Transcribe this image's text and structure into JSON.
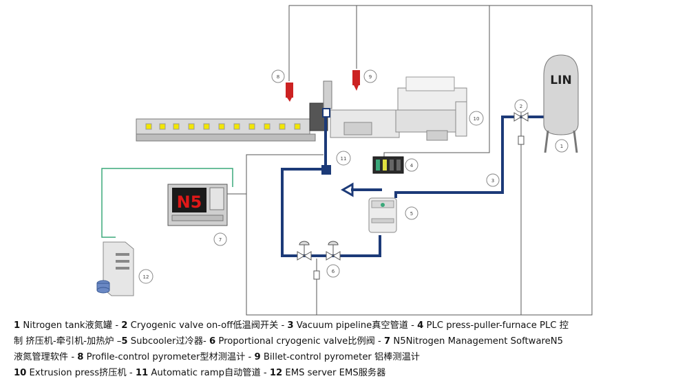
{
  "diagram": {
    "tank_label": "LIN",
    "n5_display": "N5",
    "callouts": [
      "1",
      "2",
      "3",
      "4",
      "5",
      "6",
      "7",
      "8",
      "9",
      "10",
      "11",
      "12"
    ]
  },
  "caption": {
    "lines": [
      [
        {
          "num": "1",
          "text": " Nitrogen tank液氮罐 - "
        },
        {
          "num": "2",
          "text": " Cryogenic valve on-off低温阀开关 - "
        },
        {
          "num": "3",
          "text": " Vacuum pipeline真空管道 - "
        },
        {
          "num": "4",
          "text": " PLC press-puller-furnace PLC 控"
        }
      ],
      [
        {
          "num": "",
          "text": "制 挤压机-牵引机-加热炉 –"
        },
        {
          "num": "5",
          "text": " Subcooler过冷器- "
        },
        {
          "num": "6",
          "text": " Proportional cryogenic valve比例阀 - "
        },
        {
          "num": "7",
          "text": " N5Nitrogen Management SoftwareN5"
        }
      ],
      [
        {
          "num": "",
          "text": "液氮管理软件 - "
        },
        {
          "num": "8",
          "text": " Profile-control pyrometer型材测温计 - "
        },
        {
          "num": "9",
          "text": " Billet-control pyrometer 铝棒测温计"
        }
      ],
      [
        {
          "num": "10",
          "text": " Extrusion press挤压机 - "
        },
        {
          "num": "11",
          "text": " Automatic ramp自动管道 - "
        },
        {
          "num": "12",
          "text": " EMS server EMS服务器"
        }
      ]
    ]
  }
}
